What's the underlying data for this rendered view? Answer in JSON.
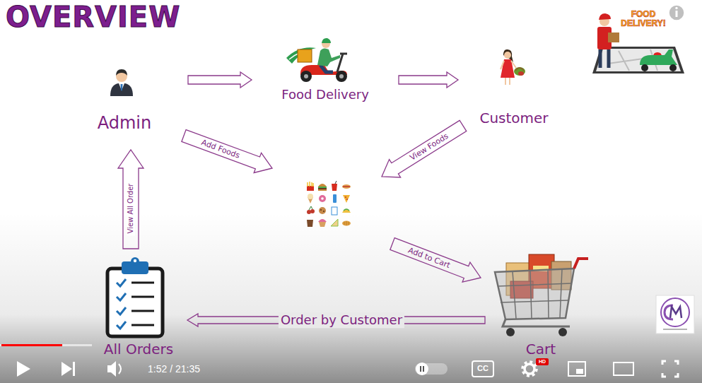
{
  "diagram": {
    "title": "OVERVIEW",
    "nodes": [
      {
        "text": [
          "Admin"
        ]
      },
      {
        "text": [
          "Food Delivery"
        ]
      },
      {
        "text": [
          "Customer"
        ]
      },
      {
        "text": [
          "All Orders"
        ]
      },
      {
        "text": [
          "Cart"
        ]
      }
    ],
    "edges": [
      {
        "from": 0,
        "to": 1,
        "arrow": "to"
      },
      {
        "from": 1,
        "to": 2,
        "arrow": "to"
      },
      {
        "from": 4,
        "to": 3,
        "label": "Order by Customer",
        "arrow": "to"
      },
      {
        "from": 3,
        "to": 0,
        "label": "View All Order",
        "arrow": "to"
      }
    ],
    "labels": [
      "Add Foods",
      "View Foods",
      "Add to Cart",
      "FOOD DELIVERY!",
      "1:52 / 21:35",
      "CC",
      "HD"
    ]
  }
}
